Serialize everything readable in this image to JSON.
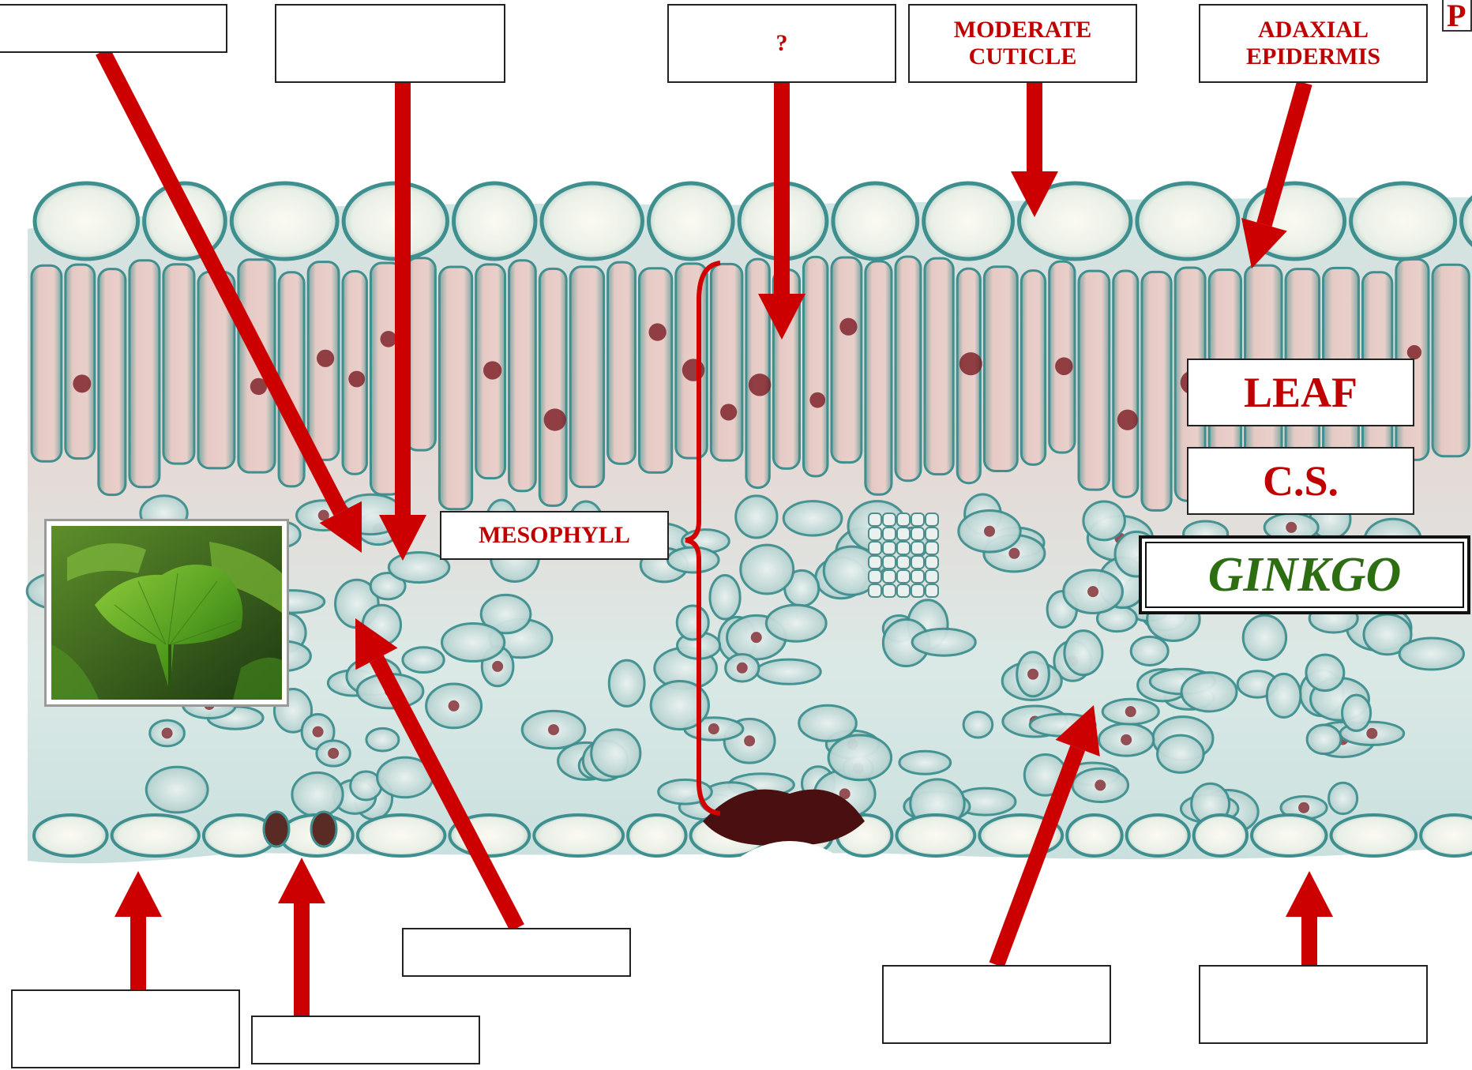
{
  "labels": {
    "top_question": "?",
    "moderate_cuticle": "MODERATE CUTICLE",
    "adaxial_epidermis": "ADAXIAL EPIDERMIS",
    "mesophyll": "MESOPHYLL",
    "leaf": "LEAF",
    "cs": "C.S.",
    "ginkgo": "GINKGO",
    "corner": "P"
  },
  "blank_labels": [
    "",
    "",
    "",
    "",
    "",
    "",
    ""
  ],
  "colors": {
    "label_text": "#c00000",
    "arrow": "#cc0000",
    "ginkgo_text": "#2d6e12",
    "tissue_background": "#d8ecea",
    "cell_wall": "#3f8f8f",
    "nucleus": "#7a1a22"
  },
  "icons": {
    "inset_photo": "ginkgo-leaf-photo"
  }
}
